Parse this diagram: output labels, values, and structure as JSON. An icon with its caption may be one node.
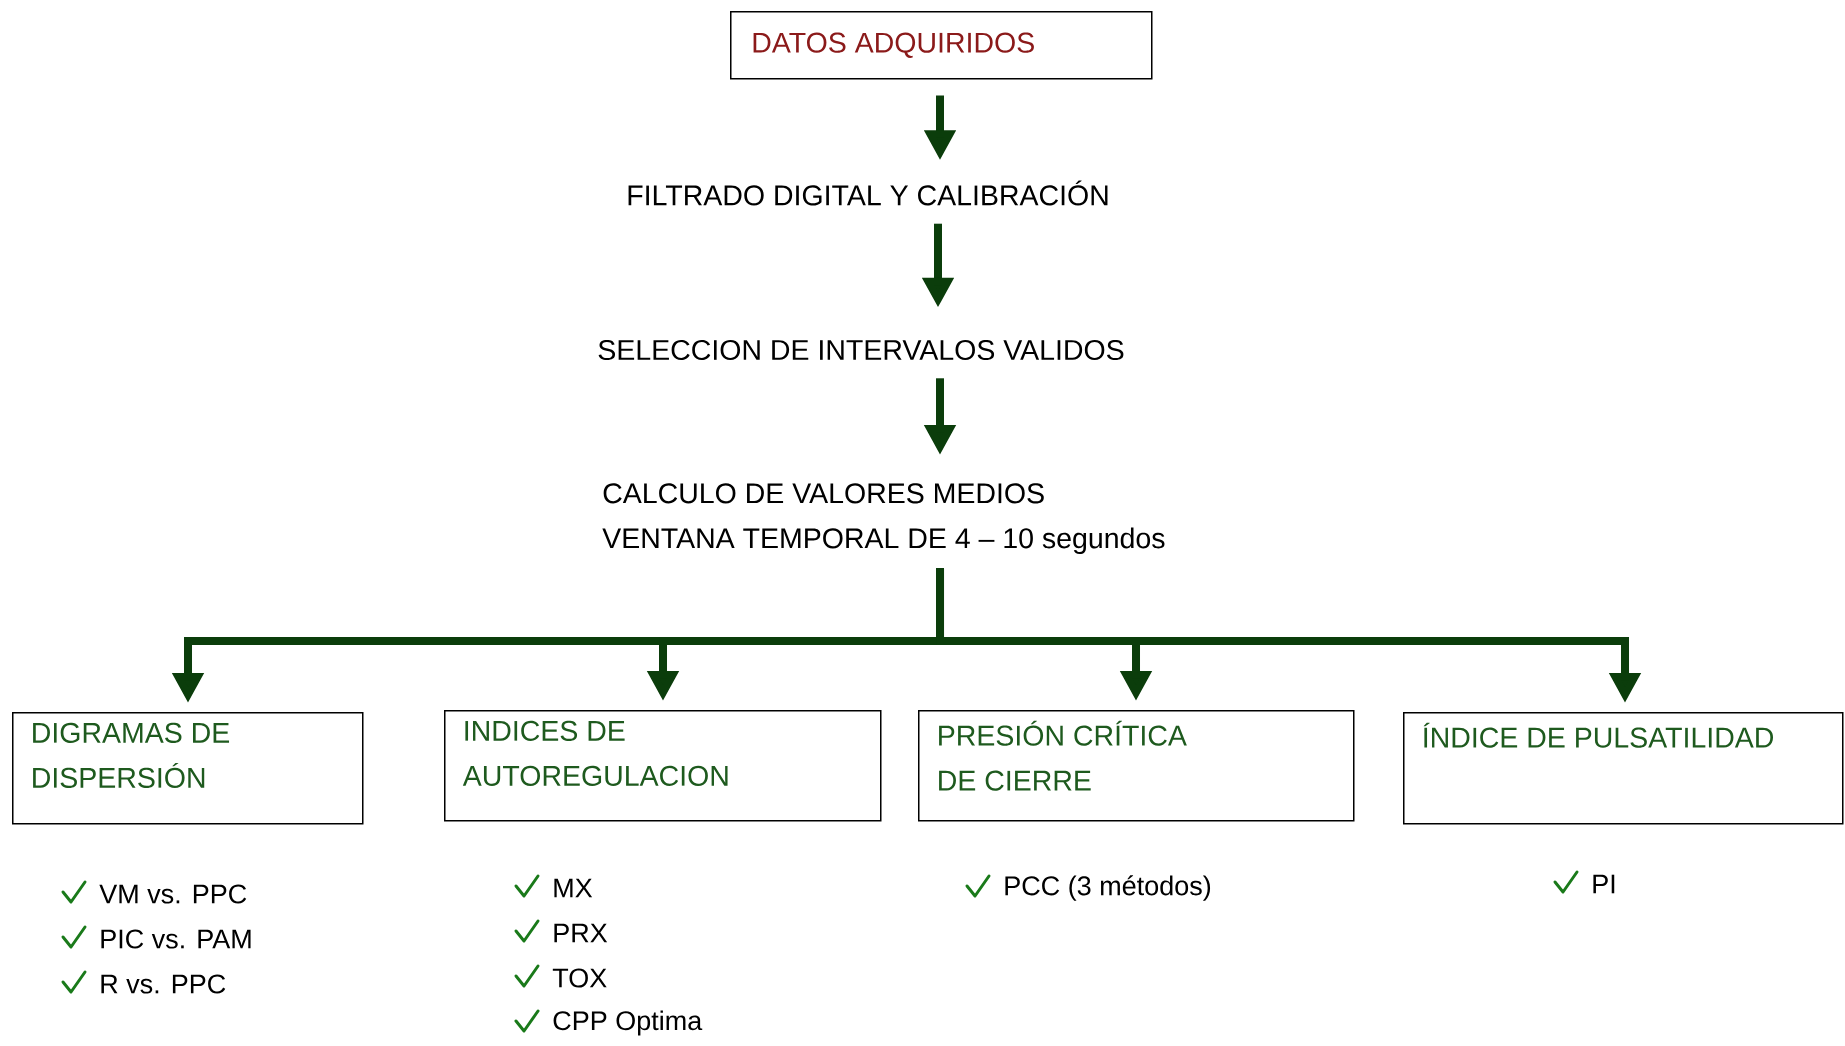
{
  "diagram": {
    "nodes": [
      {
        "text": [
          "DATOS ADQUIRIDOS"
        ]
      },
      {
        "text": [
          "FILTRADO DIGITAL Y CALIBRACIÓN"
        ]
      },
      {
        "text": [
          "SELECCION DE INTERVALOS VALIDOS"
        ]
      },
      {
        "text": [
          "CALCULO DE VALORES MEDIOS",
          "VENTANA TEMPORAL DE 4 – 10 segundos"
        ]
      },
      {
        "text": [
          "DIGRAMAS DE DISPERSIÓN"
        ],
        "beside": [
          "VM  vs. PPC",
          "PIC vs. PAM",
          "R     vs. PPC"
        ]
      },
      {
        "text": [
          "INDICES DE AUTOREGULACION"
        ],
        "beside": [
          "MX",
          "PRX",
          "TOX",
          "CPP Optima"
        ]
      },
      {
        "text": [
          "PRESIÓN CRÍTICA DE CIERRE"
        ],
        "beside": [
          "PCC (3 métodos)"
        ]
      },
      {
        "text": [
          "ÍNDICE DE PULSATILIDAD"
        ],
        "beside": [
          "PI"
        ]
      }
    ],
    "edges": [
      {
        "from": 0,
        "to": 1,
        "arrow": "to"
      },
      {
        "from": 1,
        "to": 2,
        "arrow": "to"
      },
      {
        "from": 2,
        "to": 3,
        "arrow": "to"
      },
      {
        "from": 3,
        "to": 4,
        "arrow": "to"
      },
      {
        "from": 3,
        "to": 5,
        "arrow": "to"
      },
      {
        "from": 3,
        "to": 6,
        "arrow": "to"
      },
      {
        "from": 3,
        "to": 7,
        "arrow": "to"
      }
    ]
  }
}
